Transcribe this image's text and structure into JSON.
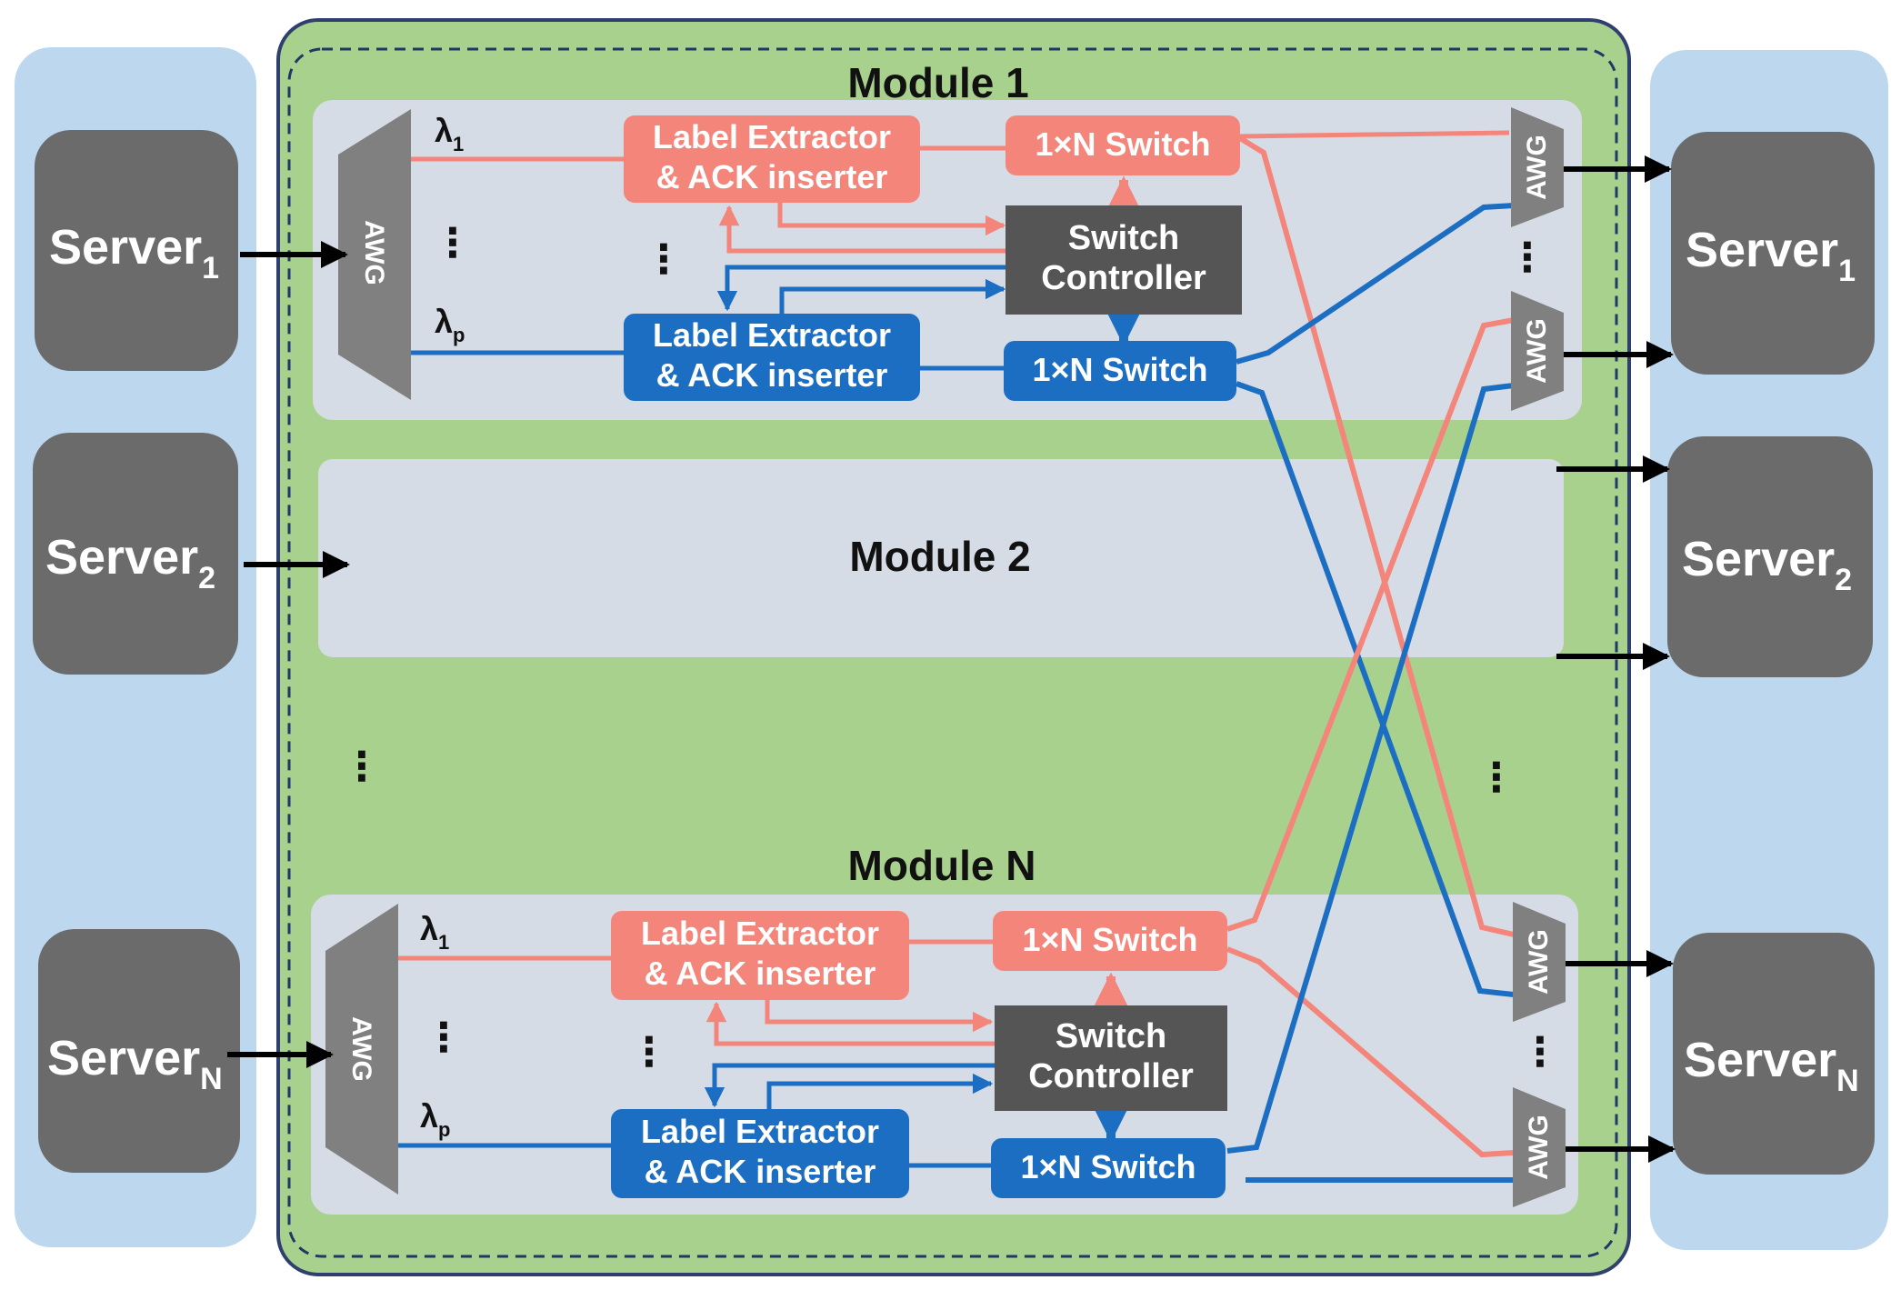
{
  "servers_left": {
    "s1": {
      "label": "Server",
      "sub": "1"
    },
    "s2": {
      "label": "Server",
      "sub": "2"
    },
    "sN": {
      "label": "Server",
      "sub": "N"
    }
  },
  "servers_right": {
    "s1": {
      "label": "Server",
      "sub": "1"
    },
    "s2": {
      "label": "Server",
      "sub": "2"
    },
    "sN": {
      "label": "Server",
      "sub": "N"
    }
  },
  "module1": {
    "title": "Module 1",
    "awg_in": "AWG",
    "lambda_top": {
      "sym": "λ",
      "sub": "1"
    },
    "lambda_bottom": {
      "sym": "λ",
      "sub": "p"
    },
    "label_extractor_top": [
      "Label Extractor",
      "& ACK inserter"
    ],
    "label_extractor_bottom": [
      "Label Extractor",
      "& ACK inserter"
    ],
    "switch_top": "1×N Switch",
    "switch_bottom": "1×N Switch",
    "controller": [
      "Switch",
      "Controller"
    ]
  },
  "module2": {
    "title": "Module 2"
  },
  "moduleN": {
    "title": "Module N",
    "awg_in": "AWG",
    "lambda_top": {
      "sym": "λ",
      "sub": "1"
    },
    "lambda_bottom": {
      "sym": "λ",
      "sub": "p"
    },
    "label_extractor_top": [
      "Label Extractor",
      "& ACK inserter"
    ],
    "label_extractor_bottom": [
      "Label Extractor",
      "& ACK inserter"
    ],
    "switch_top": "1×N Switch",
    "switch_bottom": "1×N Switch",
    "controller": [
      "Switch",
      "Controller"
    ]
  },
  "awg_out": {
    "a1": "AWG",
    "a2": "AWG",
    "a3": "AWG",
    "a4": "AWG"
  },
  "ellipsis": "⋮",
  "colors": {
    "red": "#f4857a",
    "blue": "#1b6ec2",
    "server_bg": "#bdd7ee",
    "server_box": "#6b6b6b",
    "green": "#a9d18e",
    "module_bg": "#d6dce5",
    "awg": "#808080",
    "controller": "#555555"
  }
}
